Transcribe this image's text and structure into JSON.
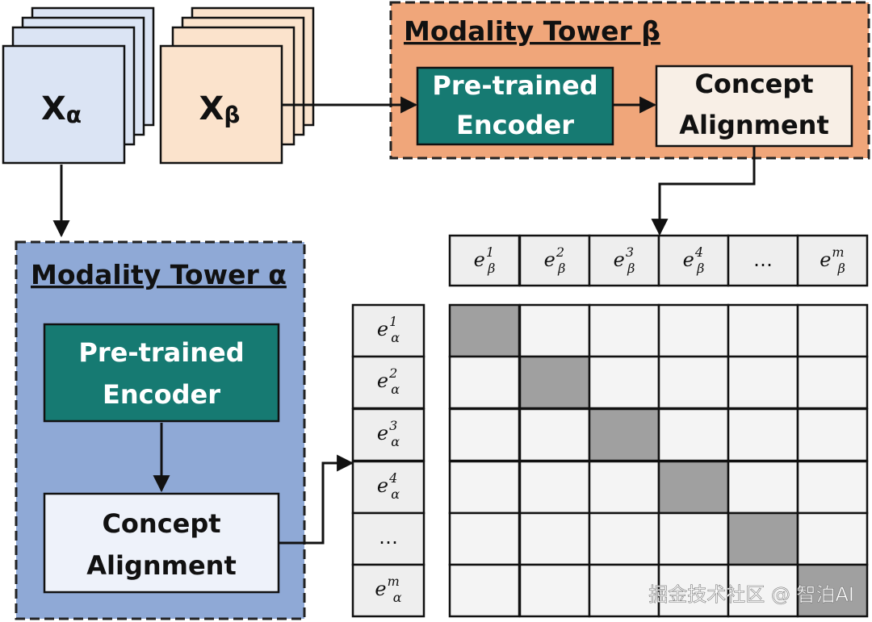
{
  "inputs": {
    "alpha": {
      "letter": "X",
      "subscript": "α"
    },
    "beta": {
      "letter": "X",
      "subscript": "β"
    }
  },
  "tower_beta": {
    "title": "Modality Tower β",
    "encoder": [
      "Pre-trained",
      "Encoder"
    ],
    "alignment": [
      "Concept",
      "Alignment"
    ]
  },
  "tower_alpha": {
    "title": "Modality Tower α",
    "encoder": [
      "Pre-trained",
      "Encoder"
    ],
    "alignment": [
      "Concept",
      "Alignment"
    ]
  },
  "embeddings_beta": [
    {
      "base": "e",
      "sub": "β",
      "sup": "1"
    },
    {
      "base": "e",
      "sub": "β",
      "sup": "2"
    },
    {
      "base": "e",
      "sub": "β",
      "sup": "3"
    },
    {
      "base": "e",
      "sub": "β",
      "sup": "4"
    },
    {
      "base": "…",
      "sub": "",
      "sup": ""
    },
    {
      "base": "e",
      "sub": "β",
      "sup": "m"
    }
  ],
  "embeddings_alpha": [
    {
      "base": "e",
      "sub": "α",
      "sup": "1"
    },
    {
      "base": "e",
      "sub": "α",
      "sup": "2"
    },
    {
      "base": "e",
      "sub": "α",
      "sup": "3"
    },
    {
      "base": "e",
      "sub": "α",
      "sup": "4"
    },
    {
      "base": "…",
      "sub": "",
      "sup": ""
    },
    {
      "base": "e",
      "sub": "α",
      "sup": "m"
    }
  ],
  "similarity_matrix": {
    "rows": 6,
    "cols": 6,
    "highlighted": [
      [
        0,
        0
      ],
      [
        1,
        1
      ],
      [
        2,
        2
      ],
      [
        3,
        3
      ],
      [
        4,
        4
      ],
      [
        5,
        5
      ]
    ]
  },
  "watermark": "掘金技术社区 @ 智泊AI",
  "colors": {
    "input_alpha": "#dbe4f4",
    "input_beta": "#fbe3cc",
    "tower_beta_bg": "#f0a67a",
    "tower_alpha_bg": "#8fa9d6",
    "encoder_bg": "#167a72",
    "alignment_bg": "#f8efe6",
    "alignment_alpha_bg": "#eef2fa",
    "cell_empty": "#f4f4f4",
    "cell_highlight": "#a0a0a0",
    "header_cell": "#eeeeee"
  }
}
